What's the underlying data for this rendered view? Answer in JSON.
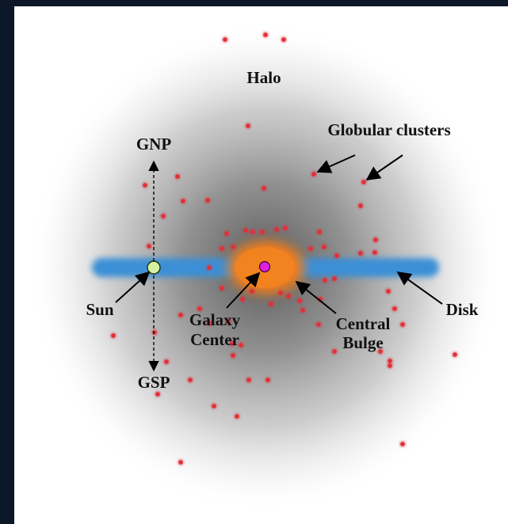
{
  "labels": {
    "halo": "Halo",
    "globular_clusters": "Globular clusters",
    "gnp": "GNP",
    "gsp": "GSP",
    "sun": "Sun",
    "galaxy_center_line1": "Galaxy",
    "galaxy_center_line2": "Center",
    "central_bulge_line1": "Central",
    "central_bulge_line2": "Bulge",
    "disk": "Disk"
  },
  "colors": {
    "background_frame": "#0b1626",
    "panel": "#ffffff",
    "halo_glow": "#8a8a8a",
    "disk": "#3a8fd6",
    "bulge": "#f07d1a",
    "galaxy_center": "#e020e0",
    "sun": "#d6f0a0",
    "globular_cluster": "#e0303a"
  }
}
